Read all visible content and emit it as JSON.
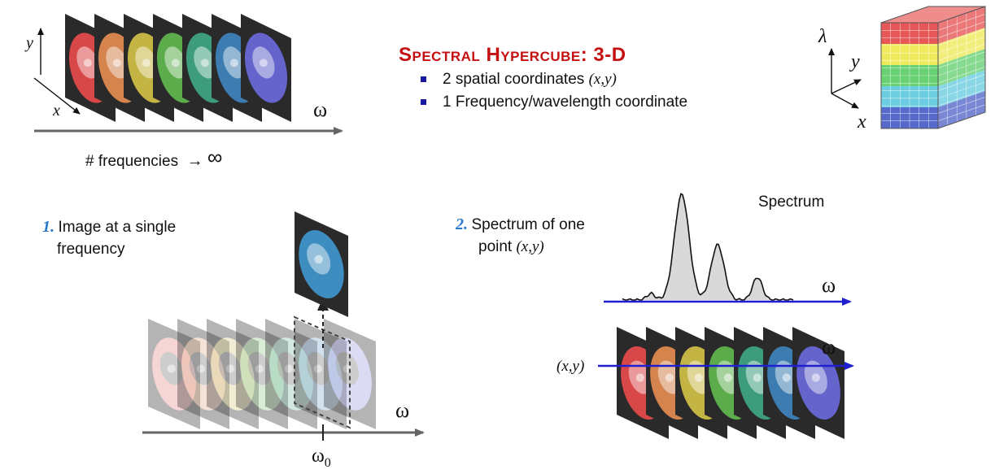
{
  "header": {
    "title": "Spectral Hypercube: 3-D",
    "bullets": [
      {
        "text": "2 spatial coordinates ",
        "coord": "(x,y)"
      },
      {
        "text": "1 Frequency/wavelength coordinate"
      }
    ]
  },
  "stack_panel": {
    "x_label": "x",
    "y_label": "y",
    "axis_label": "ω",
    "caption": "# frequencies",
    "arrow": "→",
    "infinity": "∞"
  },
  "cube_panel": {
    "lambda_label": "λ",
    "y_label": "y",
    "x_label": "x",
    "band_colors": [
      "#e33a3a",
      "#ece640",
      "#4cc95a",
      "#52c4da",
      "#3a4fc2"
    ]
  },
  "image_panel": {
    "step": "1.",
    "line1": "Image at a single",
    "line2": "frequency",
    "axis_label": "ω",
    "omega_zero": "ω",
    "omega_sub": "0"
  },
  "spectrum_panel": {
    "step": "2.",
    "line1": "Spectrum of one",
    "line2": "point ",
    "coord": "(x,y)",
    "spectrum_title": "Spectrum",
    "axis_label": "ω",
    "stack_axis_label": "ω",
    "point_label": "(x,y)"
  },
  "frame_colors": [
    "#d84848",
    "#d4844c",
    "#c4b444",
    "#5cac4c",
    "#3c9c7c",
    "#3c7cb0",
    "#6464cc"
  ],
  "accent_blue": "#1f1fd0"
}
